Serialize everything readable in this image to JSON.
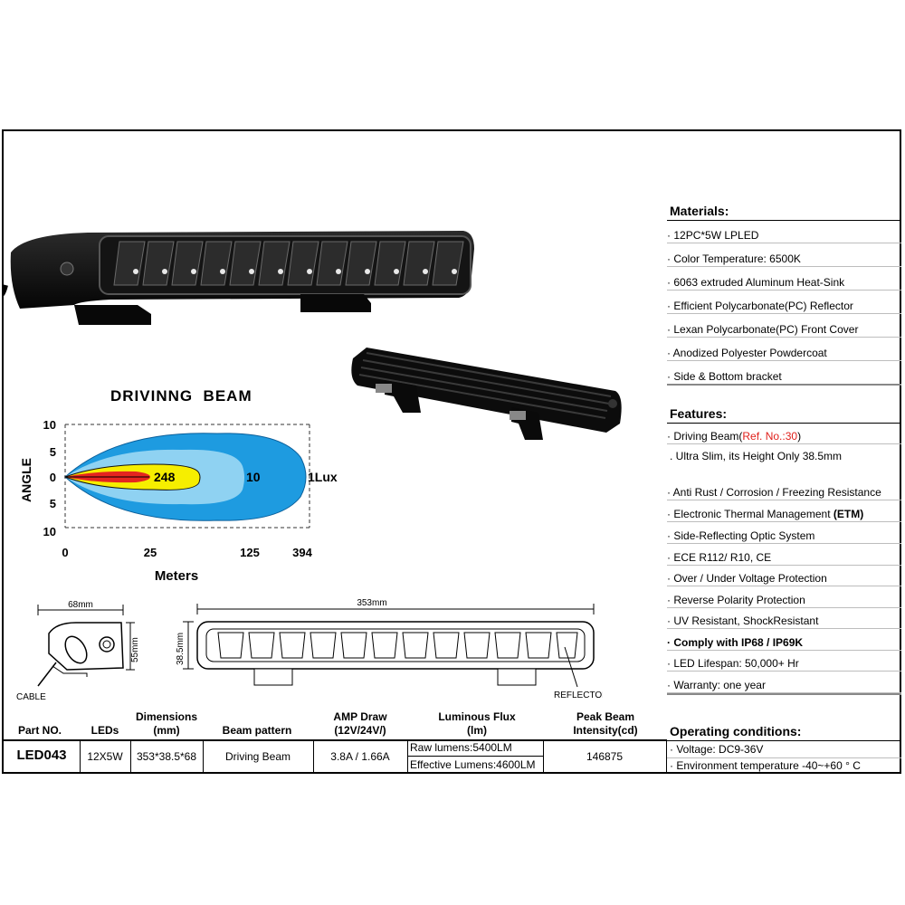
{
  "materials": {
    "title": "Materials:",
    "items": [
      "12PC*5W LPLED",
      "Color Temperature: 6500K",
      "6063 extruded Aluminum Heat-Sink",
      "Efficient Polycarbonate(PC) Reflector",
      "Lexan Polycarbonate(PC) Front Cover",
      "Anodized Polyester Powdercoat",
      "Side & Bottom bracket"
    ]
  },
  "features": {
    "title": "Features:",
    "driving_beam_prefix": "Driving Beam(",
    "driving_beam_ref": "Ref. No.:30",
    "driving_beam_suffix": ")",
    "slim": "Ultra Slim, its Height Only 38.5mm",
    "items": [
      "Anti Rust / Corrosion / Freezing Resistance",
      "Electronic Thermal Management ",
      "Side-Reflecting Optic System",
      "ECE R112/ R10, CE",
      "Over / Under Voltage Protection",
      "Reverse Polarity Protection",
      "UV Resistant, ShockResistant",
      "Comply with IP68 / IP69K",
      "LED Lifespan: 50,000+ Hr",
      "Warranty: one year"
    ],
    "etm": "(ETM)"
  },
  "operating": {
    "title": "Operating conditions:",
    "voltage": "Voltage: DC9-36V",
    "temperature": "Environment temperature -40~+60 ° C"
  },
  "beam_chart": {
    "title": "DRIVINNG  BEAM",
    "y_label": "ANGLE",
    "x_label": "Meters",
    "y_ticks": [
      "10",
      "5",
      "0",
      "5",
      "10"
    ],
    "x_ticks": [
      "0",
      "25",
      "125",
      "394"
    ],
    "zone_labels": [
      "248",
      "10",
      "1Lux"
    ]
  },
  "dims": {
    "side_width": "68mm",
    "side_height": "55mm",
    "cable": "CABLE",
    "length": "353mm",
    "front_height": "38.5mm",
    "reflector": "REFLECTOR"
  },
  "table": {
    "headers": {
      "part": "Part NO.",
      "leds": "LEDs",
      "dimensions": "Dimensions\n(mm)",
      "beam": "Beam pattern",
      "amp": "AMP Draw\n(12V/24V/)",
      "flux": "Luminous Flux\n(lm)",
      "peak": "Peak Beam\nIntensity(cd)"
    },
    "row": {
      "part": "LED043",
      "leds": "12X5W",
      "dimensions": "353*38.5*68",
      "beam": "Driving Beam",
      "amp": "3.8A / 1.66A",
      "raw": "Raw lumens:5400LM",
      "effective": "Effective Lumens:4600LM",
      "peak": "146875"
    }
  },
  "colors": {
    "beam_outer": "#1e9be0",
    "beam_mid": "#8fd2f2",
    "beam_inner_yellow": "#f6ee00",
    "beam_core_red": "#e5251f",
    "ref_red": "#e0201b"
  }
}
